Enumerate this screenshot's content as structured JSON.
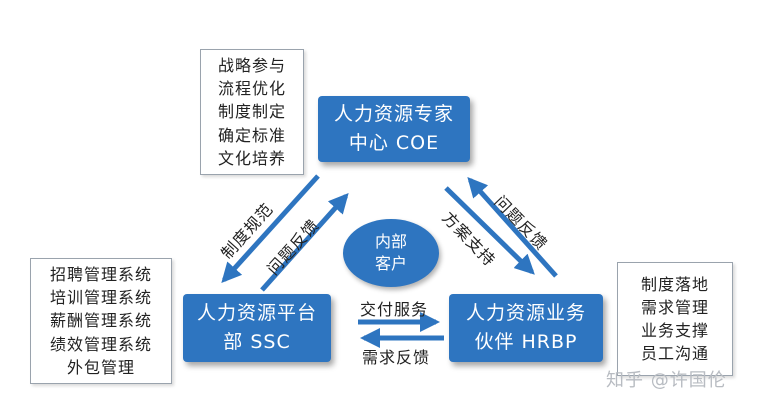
{
  "nodes": {
    "coe": {
      "line1": "人力资源专家",
      "line2": "中心 COE"
    },
    "ssc": {
      "line1": "人力资源平台",
      "line2": "部 SSC"
    },
    "hrbp": {
      "line1": "人力资源业务",
      "line2": "伙伴 HRBP"
    }
  },
  "center": {
    "line1": "内部",
    "line2": "客户"
  },
  "notes": {
    "coe": [
      "战略参与",
      "流程优化",
      "制度制定",
      "确定标准",
      "文化培养"
    ],
    "ssc": [
      "招聘管理系统",
      "培训管理系统",
      "薪酬管理系统",
      "绩效管理系统",
      "外包管理"
    ],
    "hrbp": [
      "制度落地",
      "需求管理",
      "业务支撑",
      "员工沟通"
    ]
  },
  "edges": {
    "coe_to_ssc": "制度规范",
    "ssc_to_coe": "问题反馈",
    "coe_to_hrbp": "方案支持",
    "hrbp_to_coe": "问题反馈",
    "ssc_to_hrbp": "交付服务",
    "hrbp_to_ssc": "需求反馈"
  },
  "watermark": "知乎 @许国伦",
  "colors": {
    "node": "#2e75c0",
    "arrow": "#2e75c0"
  }
}
